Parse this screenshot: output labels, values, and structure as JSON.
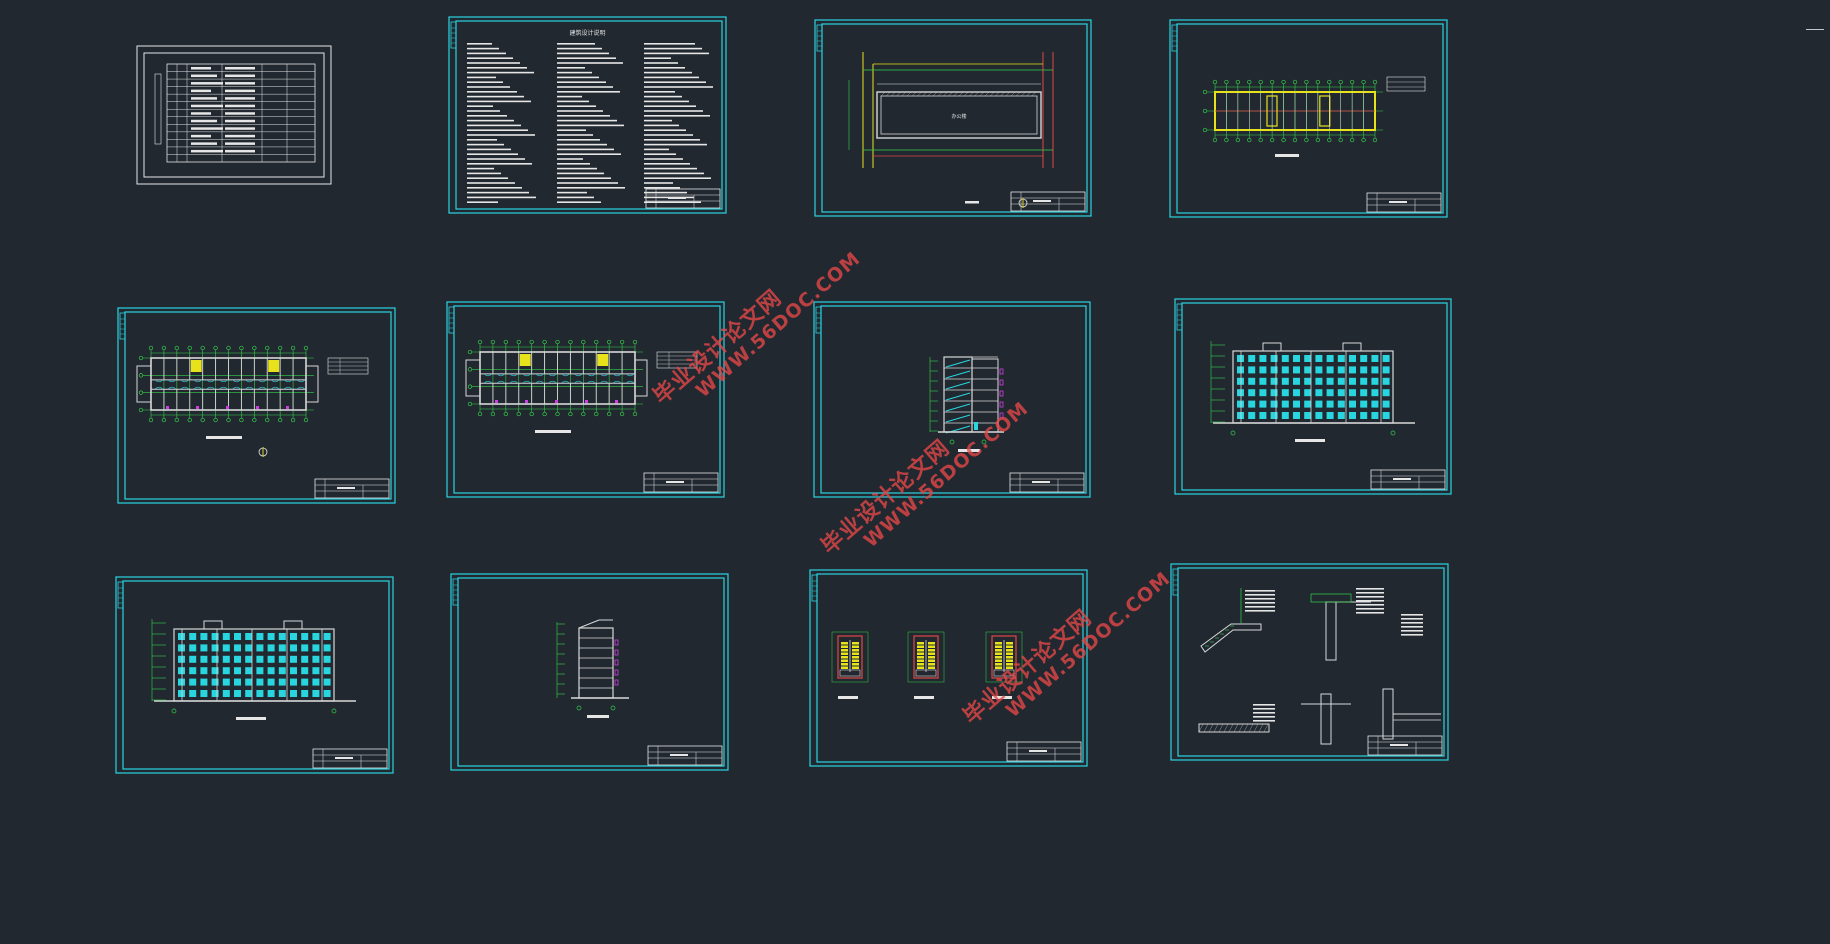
{
  "app": {
    "title": "CAD drawing sheet overview",
    "background": "#212830"
  },
  "colors": {
    "frame": "#2ad4e2",
    "line": "#e6e6e6",
    "grid": "#35d24a",
    "wall": "#d8d8d8",
    "yellow": "#e8e21c",
    "magenta": "#d23ce6",
    "red": "#e04848",
    "window": "#29d6df",
    "watermark": "#e54848"
  },
  "watermark": {
    "text_cn": "毕业设计论文网",
    "text_url": "WWW.56DOC.COM"
  },
  "sheets": [
    {
      "id": "drawing-index",
      "kind": "index-table"
    },
    {
      "id": "design-notes",
      "kind": "text-notes",
      "heading": "建筑设计说明"
    },
    {
      "id": "site-plan",
      "kind": "site-plan",
      "label": "办公楼"
    },
    {
      "id": "roof-plan",
      "kind": "roof-plan"
    },
    {
      "id": "ground-floor-plan",
      "kind": "floor-plan"
    },
    {
      "id": "standard-floor-plan",
      "kind": "floor-plan"
    },
    {
      "id": "section-1-1",
      "kind": "section"
    },
    {
      "id": "south-elevation",
      "kind": "elevation"
    },
    {
      "id": "north-elevation",
      "kind": "elevation"
    },
    {
      "id": "side-elevation",
      "kind": "side-elevation"
    },
    {
      "id": "stair-details",
      "kind": "stair-plans"
    },
    {
      "id": "construction-details",
      "kind": "details"
    }
  ]
}
